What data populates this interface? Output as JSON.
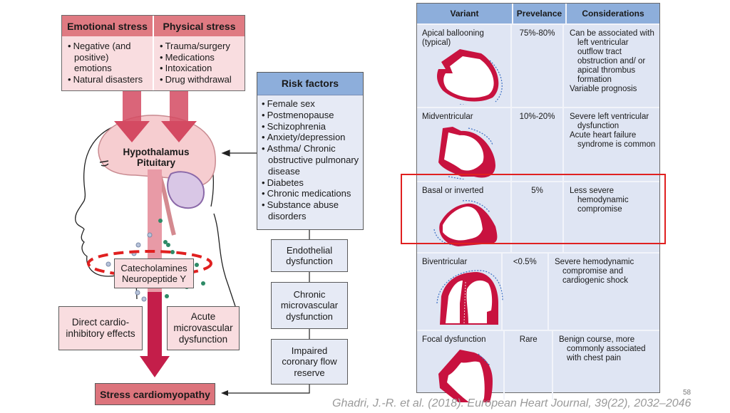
{
  "stress": {
    "emotional": {
      "title": "Emotional stress",
      "items": [
        "Negative (and positive) emotions",
        "Natural disasters"
      ]
    },
    "physical": {
      "title": "Physical stress",
      "items": [
        "Trauma/surgery",
        "Medications",
        "Intoxication",
        "Drug withdrawal"
      ]
    }
  },
  "brain": {
    "hypothalamus": "Hypothalamus",
    "pituitary": "Pituitary"
  },
  "hormones": {
    "line1": "Catecholamines",
    "line2": "Neuropeptide Y"
  },
  "effects": {
    "direct": "Direct cardio-inhibitory effects",
    "acute": "Acute microvascular dysfunction"
  },
  "outcome": "Stress cardiomyopathy",
  "risk_factors": {
    "title": "Risk factors",
    "items": [
      "Female sex",
      "Postmenopause",
      "Schizophrenia",
      "Anxiety/depression",
      "Asthma/ Chronic obstructive pulmonary disease",
      "Diabetes",
      "Chronic medications",
      "Substance abuse disorders"
    ]
  },
  "chain": [
    "Endothelial dysfunction",
    "Chronic microvascular dysfunction",
    "Impaired coronary flow reserve"
  ],
  "table": {
    "headers": [
      "Variant",
      "Prevelance",
      "Considerations"
    ],
    "rows": [
      {
        "variant": "Apical ballooning (typical)",
        "prevalence": "75%-80%",
        "considerations": [
          "Can be associated with left ventricular outflow tract obstruction and/ or apical thrombus formation",
          "Variable prognosis"
        ]
      },
      {
        "variant": "Midventricular",
        "prevalence": "10%-20%",
        "considerations": [
          "Severe left ventricular dysfunction",
          "Acute heart failure syndrome is common"
        ]
      },
      {
        "variant": "Basal or inverted",
        "prevalence": "5%",
        "considerations": [
          "Less severe hemodynamic compromise"
        ]
      },
      {
        "variant": "Biventricular",
        "prevalence": "<0.5%",
        "considerations": [
          "Severe hemodynamic compromise and cardiogenic shock"
        ]
      },
      {
        "variant": "Focal dysfunction",
        "prevalence": "Rare",
        "considerations": [
          "Benign course, more commonly associated with chest pain"
        ]
      }
    ],
    "highlighted_row": "Basal or inverted"
  },
  "colors": {
    "stress_header": "#df7a82",
    "stress_body": "#f9dde0",
    "risk_header": "#8daedb",
    "risk_body": "#e6eaf5",
    "arrow": "#c41e4a",
    "heart_wall": "#c8123f",
    "highlight": "#e02020"
  },
  "citation": "Ghadri, J.-R. et al. (2018). European Heart Journal, 39(22), 2032–2046",
  "page_number": "58"
}
